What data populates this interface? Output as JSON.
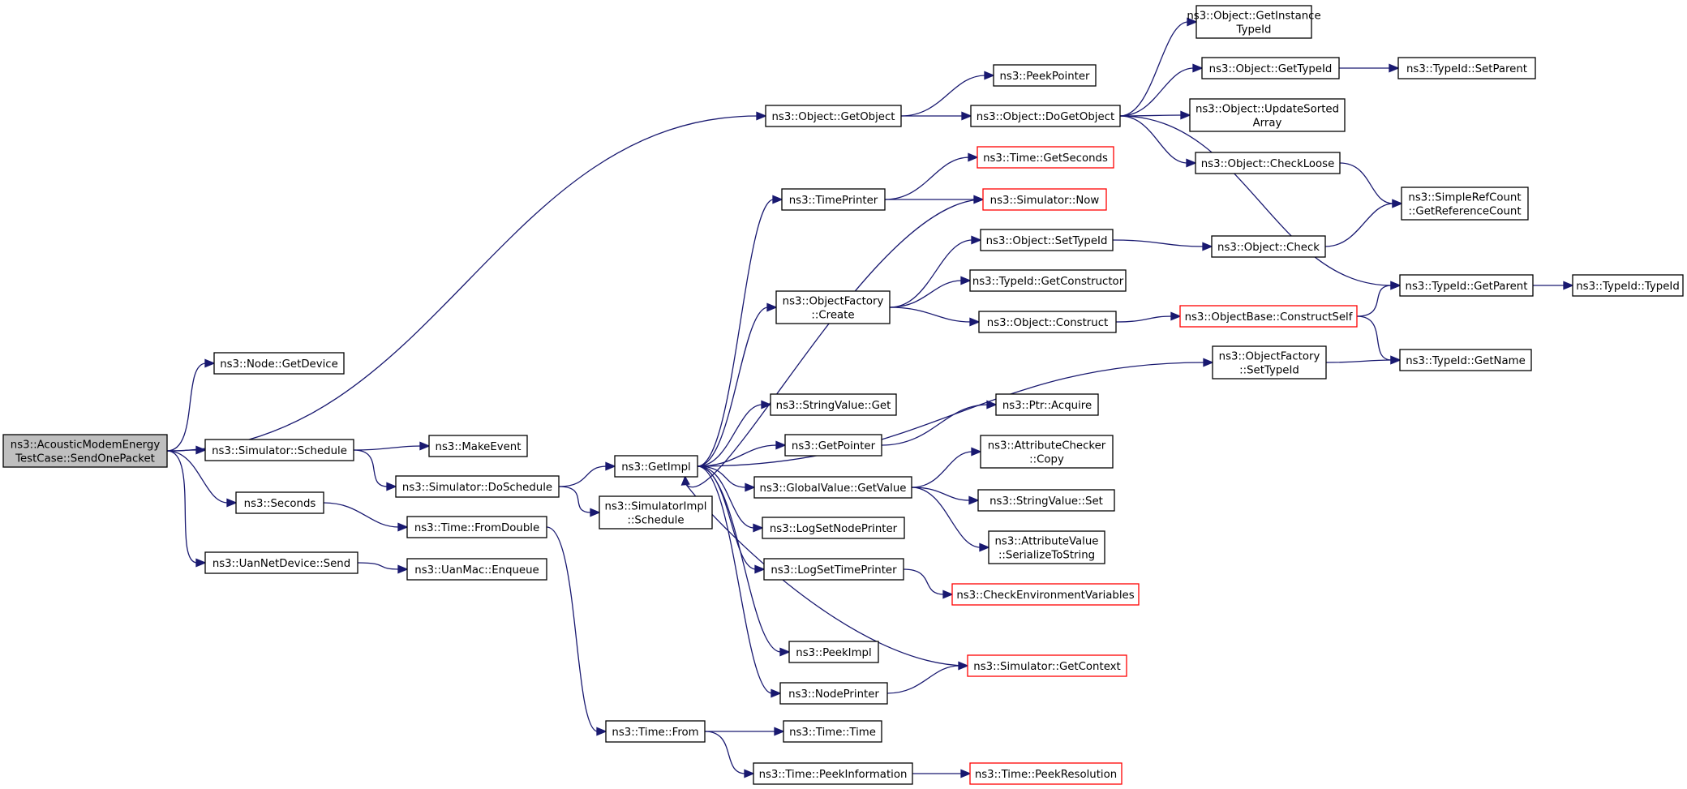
{
  "colors": {
    "edge": "#191970",
    "node_border": "#000000",
    "node_border_truncated": "#ff0000",
    "node_fill": "#ffffff",
    "root_fill": "#bfbfbf"
  },
  "nodes": [
    {
      "id": "root",
      "lines": [
        "ns3::AcousticModemEnergy",
        "TestCase::SendOnePacket"
      ],
      "kind": "root"
    },
    {
      "id": "getdevice",
      "lines": [
        "ns3::Node::GetDevice"
      ],
      "kind": "normal"
    },
    {
      "id": "schedule",
      "lines": [
        "ns3::Simulator::Schedule"
      ],
      "kind": "normal"
    },
    {
      "id": "seconds",
      "lines": [
        "ns3::Seconds"
      ],
      "kind": "normal"
    },
    {
      "id": "uansend",
      "lines": [
        "ns3::UanNetDevice::Send"
      ],
      "kind": "normal"
    },
    {
      "id": "makeevent",
      "lines": [
        "ns3::MakeEvent"
      ],
      "kind": "normal"
    },
    {
      "id": "doschedule",
      "lines": [
        "ns3::Simulator::DoSchedule"
      ],
      "kind": "normal"
    },
    {
      "id": "fromdouble",
      "lines": [
        "ns3::Time::FromDouble"
      ],
      "kind": "normal"
    },
    {
      "id": "enqueue",
      "lines": [
        "ns3::UanMac::Enqueue"
      ],
      "kind": "normal"
    },
    {
      "id": "getimpl",
      "lines": [
        "ns3::GetImpl"
      ],
      "kind": "normal"
    },
    {
      "id": "simimplschedule",
      "lines": [
        "ns3::SimulatorImpl",
        "::Schedule"
      ],
      "kind": "normal"
    },
    {
      "id": "timefrom",
      "lines": [
        "ns3::Time::From"
      ],
      "kind": "normal"
    },
    {
      "id": "timetime",
      "lines": [
        "ns3::Time::Time"
      ],
      "kind": "normal"
    },
    {
      "id": "peekinformation",
      "lines": [
        "ns3::Time::PeekInformation"
      ],
      "kind": "normal"
    },
    {
      "id": "peekresolution",
      "lines": [
        "ns3::Time::PeekResolution"
      ],
      "kind": "truncated"
    },
    {
      "id": "getobject",
      "lines": [
        "ns3::Object::GetObject"
      ],
      "kind": "normal"
    },
    {
      "id": "peekpointer",
      "lines": [
        "ns3::PeekPointer"
      ],
      "kind": "normal"
    },
    {
      "id": "dogetobject",
      "lines": [
        "ns3::Object::DoGetObject"
      ],
      "kind": "normal"
    },
    {
      "id": "getinstancetypeid",
      "lines": [
        "ns3::Object::GetInstance",
        "TypeId"
      ],
      "kind": "normal"
    },
    {
      "id": "objgettypeid",
      "lines": [
        "ns3::Object::GetTypeId"
      ],
      "kind": "normal"
    },
    {
      "id": "setparent",
      "lines": [
        "ns3::TypeId::SetParent"
      ],
      "kind": "normal"
    },
    {
      "id": "updatesorted",
      "lines": [
        "ns3::Object::UpdateSorted",
        "Array"
      ],
      "kind": "normal"
    },
    {
      "id": "checkloose",
      "lines": [
        "ns3::Object::CheckLoose"
      ],
      "kind": "normal"
    },
    {
      "id": "getrefcount",
      "lines": [
        "ns3::SimpleRefCount",
        "::GetReferenceCount"
      ],
      "kind": "normal"
    },
    {
      "id": "timegetseconds",
      "lines": [
        "ns3::Time::GetSeconds"
      ],
      "kind": "truncated"
    },
    {
      "id": "timeprinter",
      "lines": [
        "ns3::TimePrinter"
      ],
      "kind": "normal"
    },
    {
      "id": "simnow",
      "lines": [
        "ns3::Simulator::Now"
      ],
      "kind": "truncated"
    },
    {
      "id": "objsettypeid",
      "lines": [
        "ns3::Object::SetTypeId"
      ],
      "kind": "normal"
    },
    {
      "id": "objcheck",
      "lines": [
        "ns3::Object::Check"
      ],
      "kind": "normal"
    },
    {
      "id": "ofcreate",
      "lines": [
        "ns3::ObjectFactory",
        "::Create"
      ],
      "kind": "normal"
    },
    {
      "id": "getconstructor",
      "lines": [
        "ns3::TypeId::GetConstructor"
      ],
      "kind": "normal"
    },
    {
      "id": "objconstruct",
      "lines": [
        "ns3::Object::Construct"
      ],
      "kind": "normal"
    },
    {
      "id": "constructself",
      "lines": [
        "ns3::ObjectBase::ConstructSelf"
      ],
      "kind": "truncated"
    },
    {
      "id": "getparent",
      "lines": [
        "ns3::TypeId::GetParent"
      ],
      "kind": "normal"
    },
    {
      "id": "typeidtypeid",
      "lines": [
        "ns3::TypeId::TypeId"
      ],
      "kind": "normal"
    },
    {
      "id": "ofsettypeid",
      "lines": [
        "ns3::ObjectFactory",
        "::SetTypeId"
      ],
      "kind": "normal"
    },
    {
      "id": "getname",
      "lines": [
        "ns3::TypeId::GetName"
      ],
      "kind": "normal"
    },
    {
      "id": "stringvalueget",
      "lines": [
        "ns3::StringValue::Get"
      ],
      "kind": "normal"
    },
    {
      "id": "getpointer",
      "lines": [
        "ns3::GetPointer"
      ],
      "kind": "normal"
    },
    {
      "id": "ptracquire",
      "lines": [
        "ns3::Ptr::Acquire"
      ],
      "kind": "normal"
    },
    {
      "id": "globalgetvalue",
      "lines": [
        "ns3::GlobalValue::GetValue"
      ],
      "kind": "normal"
    },
    {
      "id": "checkercopy",
      "lines": [
        "ns3::AttributeChecker",
        "::Copy"
      ],
      "kind": "normal"
    },
    {
      "id": "stringvalueset",
      "lines": [
        "ns3::StringValue::Set"
      ],
      "kind": "normal"
    },
    {
      "id": "serializetostring",
      "lines": [
        "ns3::AttributeValue",
        "::SerializeToString"
      ],
      "kind": "normal"
    },
    {
      "id": "lognodeprinter",
      "lines": [
        "ns3::LogSetNodePrinter"
      ],
      "kind": "normal"
    },
    {
      "id": "logtimeprinter",
      "lines": [
        "ns3::LogSetTimePrinter"
      ],
      "kind": "normal"
    },
    {
      "id": "checkenv",
      "lines": [
        "ns3::CheckEnvironmentVariables"
      ],
      "kind": "truncated"
    },
    {
      "id": "peekimpl",
      "lines": [
        "ns3::PeekImpl"
      ],
      "kind": "normal"
    },
    {
      "id": "nodeprinter",
      "lines": [
        "ns3::NodePrinter"
      ],
      "kind": "normal"
    },
    {
      "id": "getcontext",
      "lines": [
        "ns3::Simulator::GetContext"
      ],
      "kind": "truncated"
    }
  ],
  "edges": [
    [
      "root",
      "getdevice"
    ],
    [
      "root",
      "getobject"
    ],
    [
      "root",
      "schedule"
    ],
    [
      "root",
      "seconds"
    ],
    [
      "root",
      "uansend"
    ],
    [
      "schedule",
      "makeevent"
    ],
    [
      "schedule",
      "doschedule"
    ],
    [
      "seconds",
      "fromdouble"
    ],
    [
      "uansend",
      "enqueue"
    ],
    [
      "doschedule",
      "getimpl"
    ],
    [
      "doschedule",
      "simimplschedule"
    ],
    [
      "fromdouble",
      "timefrom"
    ],
    [
      "timefrom",
      "timetime"
    ],
    [
      "timefrom",
      "peekinformation"
    ],
    [
      "peekinformation",
      "peekresolution"
    ],
    [
      "getobject",
      "peekpointer"
    ],
    [
      "getobject",
      "dogetobject"
    ],
    [
      "dogetobject",
      "getinstancetypeid"
    ],
    [
      "dogetobject",
      "objgettypeid"
    ],
    [
      "dogetobject",
      "updatesorted"
    ],
    [
      "dogetobject",
      "checkloose"
    ],
    [
      "dogetobject",
      "getparent"
    ],
    [
      "objgettypeid",
      "setparent"
    ],
    [
      "checkloose",
      "getrefcount"
    ],
    [
      "getimpl",
      "timeprinter"
    ],
    [
      "getimpl",
      "ofcreate"
    ],
    [
      "getimpl",
      "ofsettypeid"
    ],
    [
      "getimpl",
      "stringvalueget"
    ],
    [
      "getimpl",
      "getpointer"
    ],
    [
      "getimpl",
      "globalgetvalue"
    ],
    [
      "getimpl",
      "lognodeprinter"
    ],
    [
      "getimpl",
      "logtimeprinter"
    ],
    [
      "getimpl",
      "peekimpl"
    ],
    [
      "getimpl",
      "nodeprinter"
    ],
    [
      "simnow",
      "getimpl"
    ],
    [
      "getcontext",
      "getimpl"
    ],
    [
      "timeprinter",
      "timegetseconds"
    ],
    [
      "timeprinter",
      "simnow"
    ],
    [
      "ofcreate",
      "objsettypeid"
    ],
    [
      "ofcreate",
      "getconstructor"
    ],
    [
      "ofcreate",
      "objconstruct"
    ],
    [
      "objsettypeid",
      "objcheck"
    ],
    [
      "objcheck",
      "getrefcount"
    ],
    [
      "objconstruct",
      "constructself"
    ],
    [
      "constructself",
      "getparent"
    ],
    [
      "constructself",
      "getname"
    ],
    [
      "getparent",
      "typeidtypeid"
    ],
    [
      "ofsettypeid",
      "getname"
    ],
    [
      "getpointer",
      "ptracquire"
    ],
    [
      "globalgetvalue",
      "checkercopy"
    ],
    [
      "globalgetvalue",
      "stringvalueset"
    ],
    [
      "globalgetvalue",
      "serializetostring"
    ],
    [
      "logtimeprinter",
      "checkenv"
    ],
    [
      "nodeprinter",
      "getcontext"
    ]
  ]
}
